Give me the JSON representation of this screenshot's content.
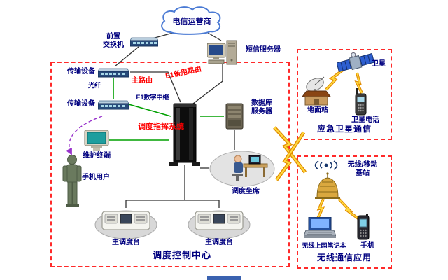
{
  "diagram": {
    "cloud": "电信运营商",
    "top": {
      "front_switch": "前置\n交换机",
      "sms_server": "短信服务器"
    },
    "left": {
      "transmission_top": "传输设备",
      "fiber": "光纤",
      "transmission_bottom": "传输设备",
      "maintenance_terminal": "维护终端",
      "mobile_user": "手机用户"
    },
    "links": {
      "main_route": "主路由",
      "e1_backup_route": "E1备用路由",
      "e1_digital_trunk": "E1数字中继"
    },
    "center": {
      "dispatch_command_system": "调度指挥系统",
      "database_server": "数据库\n服务器",
      "dispatch_seat": "调度坐席",
      "main_console_left": "主调度台",
      "main_console_right": "主调度台",
      "control_center_title": "调度控制中心"
    },
    "satellite_box": {
      "title": "应急卫星通信",
      "satellite": "卫星",
      "ground_station": "地面站",
      "satellite_phone": "卫星电话"
    },
    "wireless_box": {
      "title": "无线通信应用",
      "base_station": "无线/移动\n基站",
      "laptop": "无线上网笔记本",
      "phone": "手机"
    }
  },
  "colors": {
    "box_border": "#ff2a2a",
    "label_navy": "#00007f",
    "highlight_red": "#ff0000",
    "line_green": "#00a000",
    "line_dark": "#333333",
    "lightning_yellow": "#ffd83d",
    "lightning_orange": "#e08a00",
    "purple_dashed": "#9933cc",
    "bottom_artifact_blue": "#3a62b0"
  }
}
